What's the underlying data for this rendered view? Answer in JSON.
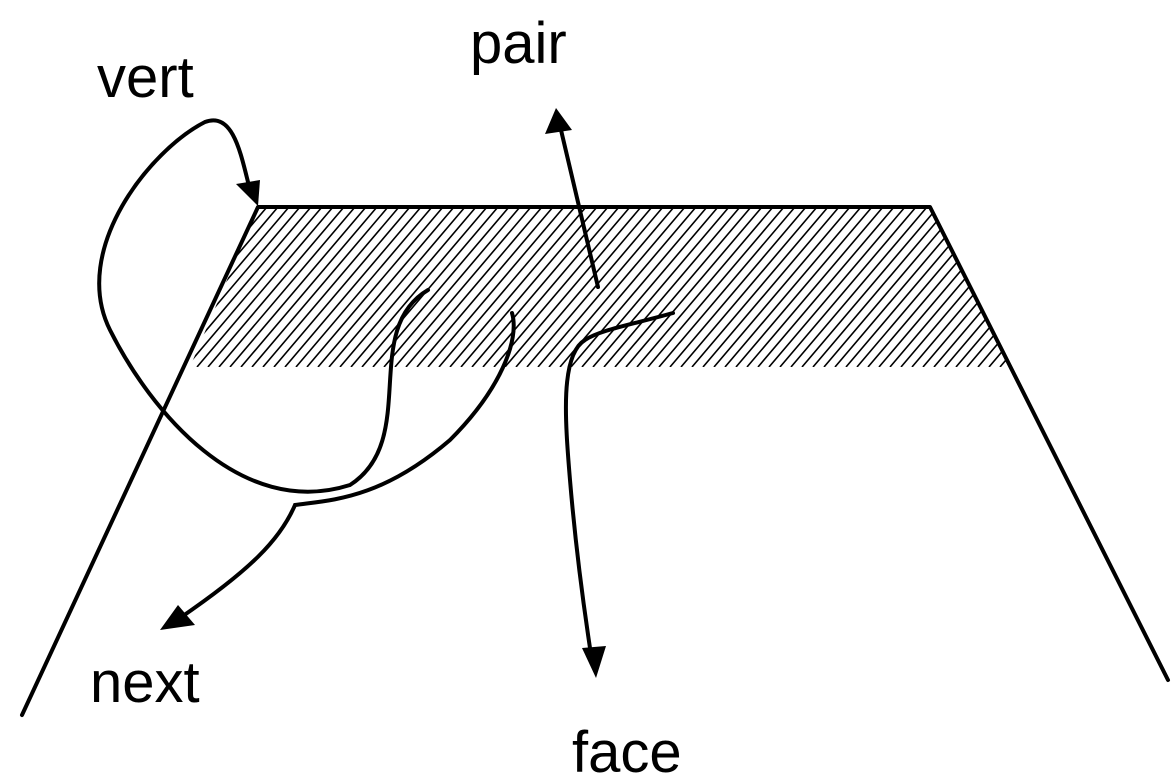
{
  "labels": {
    "vert": "vert",
    "pair": "pair",
    "next": "next",
    "face": "face"
  },
  "colors": {
    "stroke": "#000000",
    "background": "#ffffff"
  }
}
